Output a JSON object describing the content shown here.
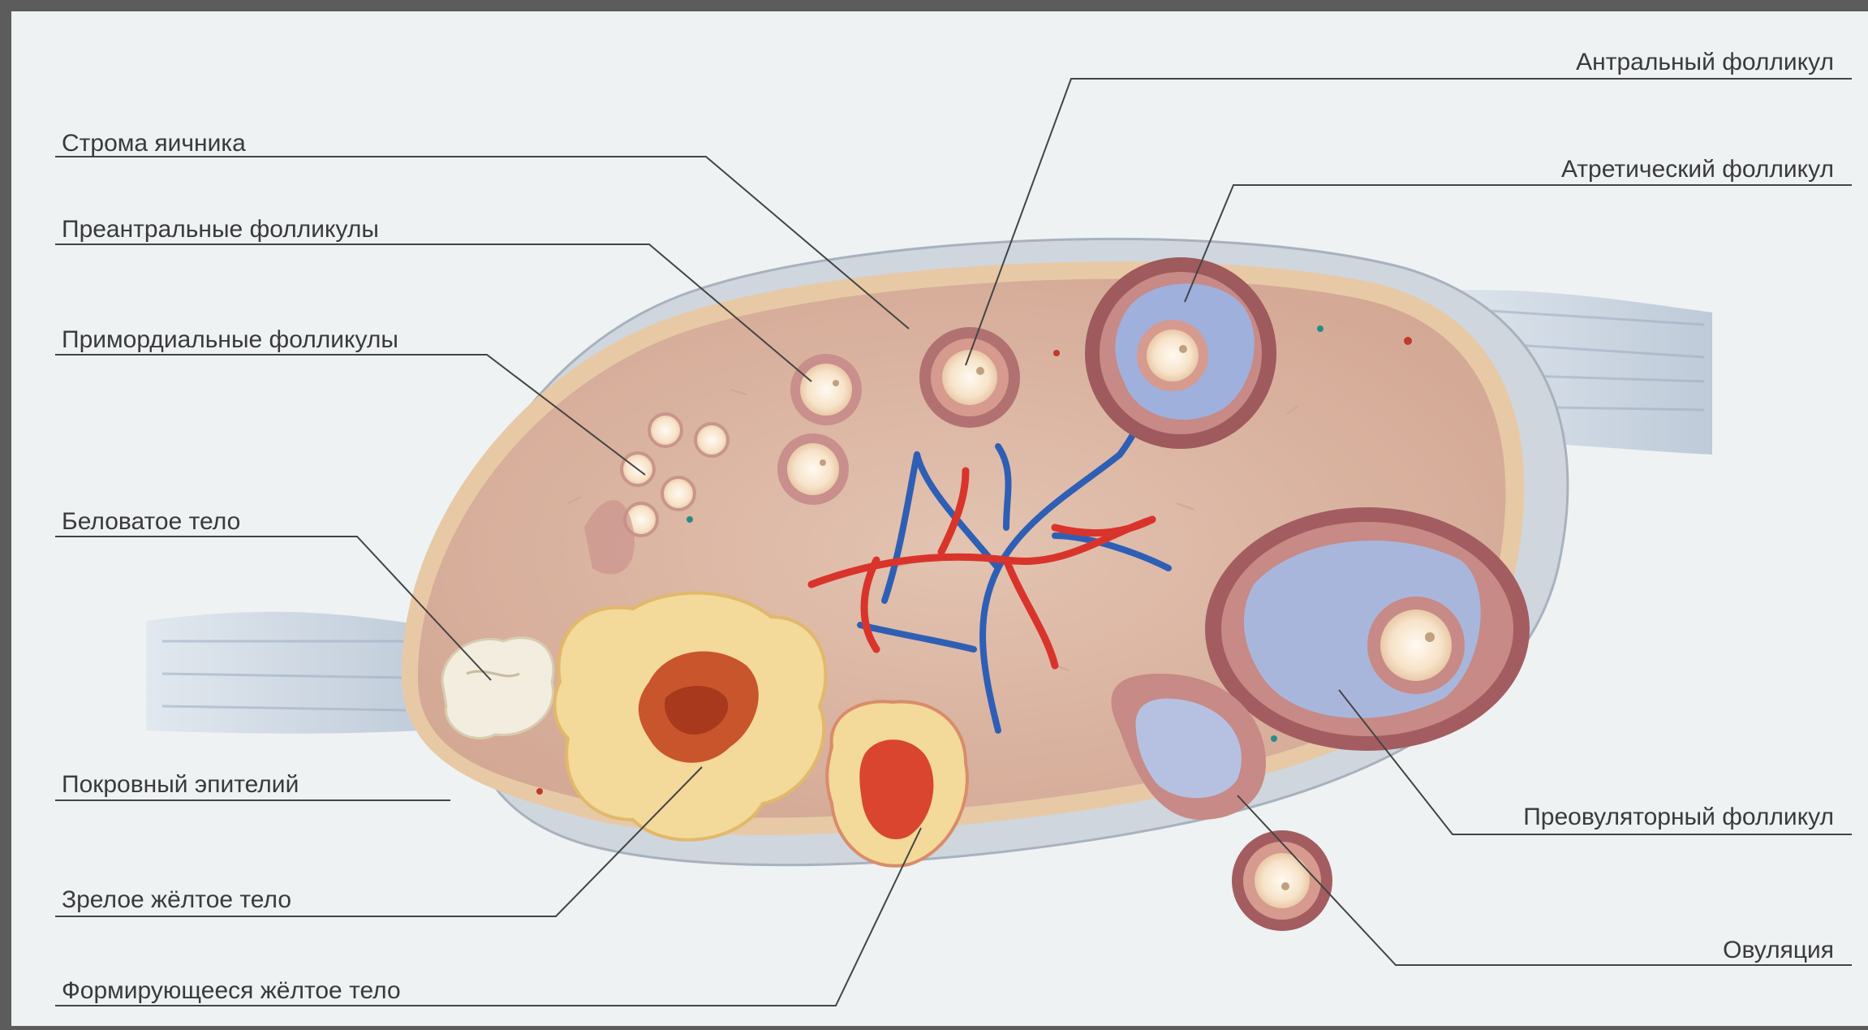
{
  "labels": {
    "stroma": "Строма яичника",
    "preantral": "Преантральные фолликулы",
    "primordial": "Примордиальные фолликулы",
    "albicans": "Беловатое тело",
    "epithelium": "Покровный эпителий",
    "mature_luteum": "Зрелое жёлтое тело",
    "forming_luteum": "Формирующееся жёлтое тело",
    "antral": "Антральный фолликул",
    "atretic": "Атретический фолликул",
    "preovulatory": "Преовуляторный фолликул",
    "ovulation": "Овуляция"
  },
  "colors": {
    "background": "#eef2f3",
    "capsule": "#cdd4db",
    "tunica": "#e6c7a6",
    "stroma": "#d9b3a1",
    "follicle_wall": "#a8686a",
    "oocyte": "#fbeee0",
    "antrum": "#a9b6dc",
    "corpus_luteum": "#f3d99a",
    "luteum_core": "#c9552c",
    "artery": "#d9342b",
    "vein": "#2f5fb5",
    "albicans": "#f3ede0",
    "leader": "#444444"
  }
}
